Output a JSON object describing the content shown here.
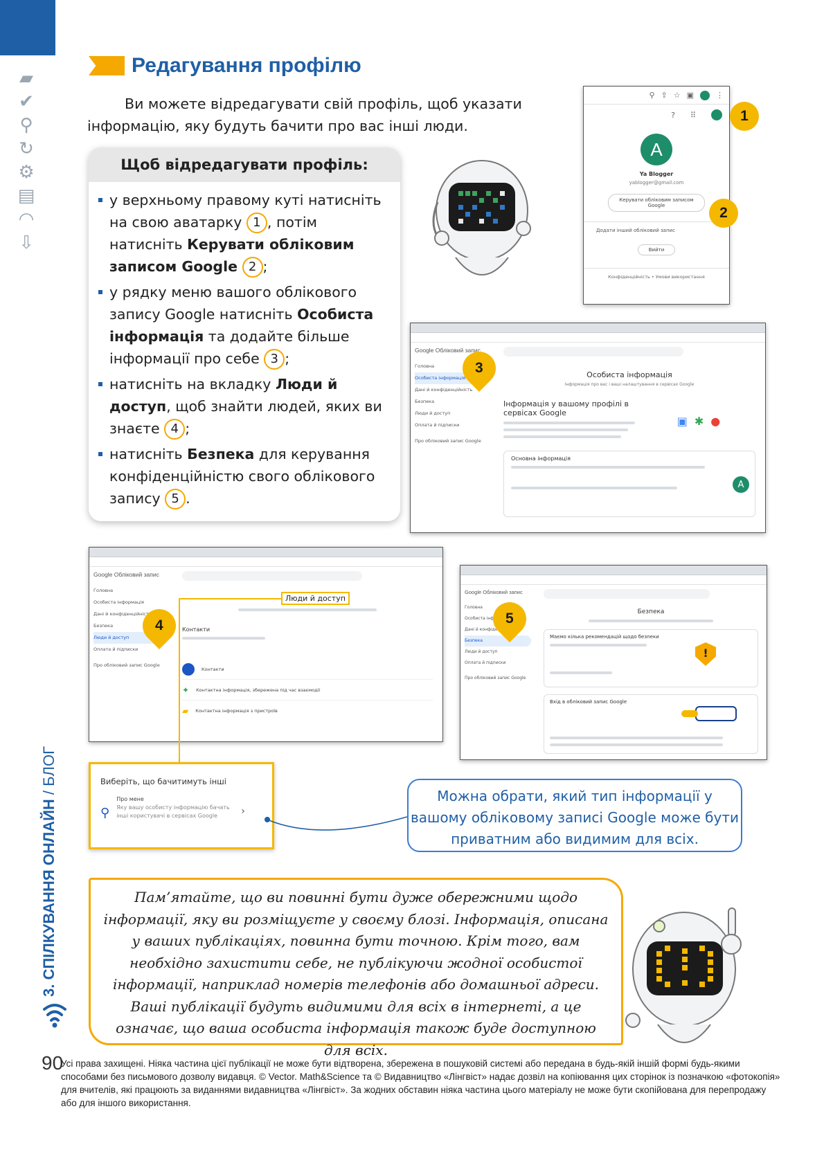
{
  "page": {
    "number": "90",
    "side_title_bold": "3. СПІЛКУВАННЯ ОНЛАЙН",
    "side_title_rest": " / БЛОГ"
  },
  "heading": "Редагування профілю",
  "intro": "Ви можете відредагувати свій профіль, щоб указати інформацію, яку будуть бачити про вас інші люди.",
  "steps": {
    "title": "Щоб відредагувати профіль:",
    "s1_a": "у верхньому правому куті натисніть на свою аватарку ",
    "s1_n1": "1",
    "s1_b": ", потім натисніть ",
    "s1_bold": "Керувати обліковим записом Google",
    "s1_n2": "2",
    "s1_end": ";",
    "s2_a": "у рядку меню вашого облікового запису Google натисніть ",
    "s2_bold": "Особиста інформація",
    "s2_b": " та додайте більше інформації про себе ",
    "s2_n": "3",
    "s2_end": ";",
    "s3_a": "натисніть на вкладку ",
    "s3_bold": "Люди й доступ",
    "s3_b": ", щоб знайти людей, яких ви знаєте ",
    "s3_n": "4",
    "s3_end": ";",
    "s4_a": "натисніть ",
    "s4_bold": "Безпека",
    "s4_b": " для керування конфіденційністю свого облікового запису ",
    "s4_n": "5",
    "s4_end": "."
  },
  "badges": [
    "1",
    "2",
    "3",
    "4",
    "5"
  ],
  "shot_account": {
    "avatar_letter": "A",
    "name": "Ya Blogger",
    "email": "yablogger@gmail.com",
    "manage_button": "Керувати обліковим записом Google",
    "add_account": "Додати інший обліковий запис",
    "sign_out": "Вийти",
    "footer": "Конфіденційність • Умови використання"
  },
  "shot_personal": {
    "logo": "Google Обліковий запис",
    "page_title": "Особиста інформація",
    "page_sub": "Інформація про вас і ваші налаштування в сервісах Google",
    "section_title": "Інформація у вашому профілі в сервісах Google",
    "basic_title": "Основна інформація",
    "menu": [
      "Головна",
      "Особиста інформація",
      "Дані й конфіденційність",
      "Безпека",
      "Люди й доступ",
      "Оплата й підписки",
      "Про обліковий запис Google"
    ],
    "avatar_letter": "A"
  },
  "shot_people": {
    "logo": "Google Обліковий запис",
    "label": "Люди й доступ",
    "contacts_title": "Контакти",
    "rows": [
      "Контакти",
      "Контактна інформація, збережена під час взаємодії",
      "Контактна інформація з пристроїв"
    ],
    "menu": [
      "Головна",
      "Особиста інформація",
      "Дані й конфіденційність",
      "Безпека",
      "Люди й доступ",
      "Оплата й підписки",
      "Про обліковий запис Google"
    ]
  },
  "shot_security": {
    "logo": "Google Обліковий запис",
    "page_title": "Безпека",
    "rec_title": "Маємо кілька рекомендацій щодо безпеки",
    "signin_title": "Вхід в обліковий запис Google",
    "menu": [
      "Головна",
      "Особиста інформація",
      "Дані й конфіденційність",
      "Безпека",
      "Люди й доступ",
      "Оплата й підписки",
      "Про обліковий запис Google"
    ]
  },
  "shot_choose": {
    "title": "Виберіть, що бачитимуть інші",
    "about_label": "Про мене",
    "about_text": "Яку вашу особисту інформацію бачать інші користувачі в сервісах Google"
  },
  "callout": "Можна обрати, який тип інформації у вашому обліковому записі Google може бути приватним або видимим для всіх.",
  "note": "Пам’ятайте, що ви повинні бути дуже обережними щодо інформації, яку ви розміщуєте у своєму блозі. Інформація, описана у ваших публікаціях, повинна бути точною. Крім того, вам необхідно захистити себе, не публікуючи жодної особистої інформації, наприклад номерів телефонів або домашньої адреси. Ваші публікації будуть видимими для всіх в інтернеті, а це означає, що ваша особиста інформація також буде доступною для всіх.",
  "copyright": "Усі права захищені. Ніяка частина цієї публікації не може бути відтворена, збережена в пошуковій системі або передана в будь-якій іншій формі будь-якими способами без письмового дозволу видавця. © Vector. Math&Science та © Видавництво «Лінгвіст» надає дозвіл на копіювання цих сторінок із позначкою «фотокопія» для вчителів, які працюють за виданнями видавництва «Лінгвіст». За жодних обставин ніяка частина цього матеріалу не може бути скопійована для перепродажу або для іншого використання.",
  "colors": {
    "brand_blue": "#1f5fa6",
    "accent_yellow": "#f5b800",
    "accent_orange": "#f5a800"
  }
}
